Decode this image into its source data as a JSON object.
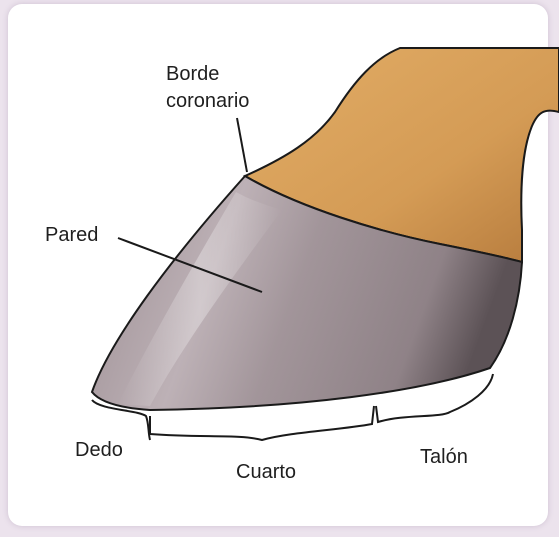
{
  "labels": {
    "borde_line1": "Borde",
    "borde_line2": "coronario",
    "pared": "Pared",
    "dedo": "Dedo",
    "cuarto": "Cuarto",
    "talon": "Talón"
  },
  "colors": {
    "background": "#ece3ed",
    "card": "#ffffff",
    "skin": "#d9a05a",
    "hoof_wall": "#a89a9e",
    "outline": "#1a1a1a"
  }
}
